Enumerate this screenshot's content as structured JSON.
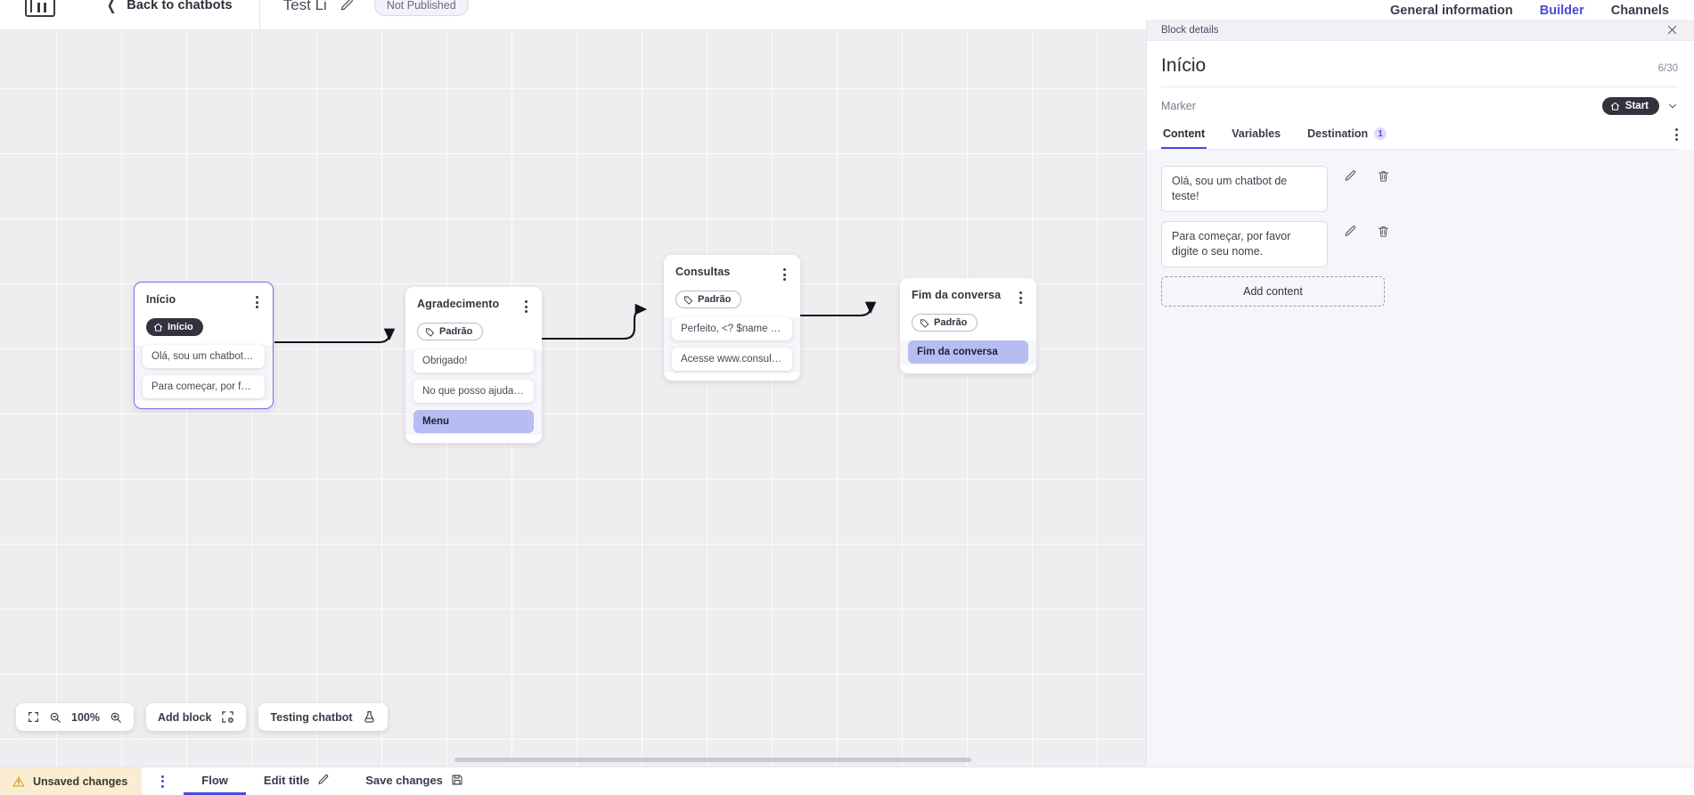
{
  "topbar": {
    "logo_icon": "app-logo-icon",
    "back_chevron_icon": "chevron-left-icon",
    "back_label": "Back to chatbots",
    "bot_title": "Test Li",
    "edit_title_icon": "pencil-icon",
    "publish_status": "Not Published",
    "tabs": [
      {
        "label": "General information",
        "active": false
      },
      {
        "label": "Builder",
        "active": true
      },
      {
        "label": "Channels",
        "active": false
      }
    ]
  },
  "canvas": {
    "blocks": [
      {
        "title": "Início",
        "marker": "Início",
        "marker_type": "start",
        "marker_icon": "home-icon",
        "selected": true,
        "messages": [
          {
            "text": "Olá, sou um chatbot de teste!",
            "style": "normal"
          },
          {
            "text": "Para começar, por favor digite o ...",
            "style": "normal"
          }
        ]
      },
      {
        "title": "Agradecimento",
        "marker": "Padrão",
        "marker_type": "default",
        "marker_icon": "tag-icon",
        "selected": false,
        "messages": [
          {
            "text": "Obrigado!",
            "style": "normal"
          },
          {
            "text": "No que posso ajudar, <? $name ...",
            "style": "normal"
          },
          {
            "text": "Menu",
            "style": "menu"
          }
        ]
      },
      {
        "title": "Consultas",
        "marker": "Padrão",
        "marker_type": "default",
        "marker_icon": "tag-icon",
        "selected": false,
        "messages": [
          {
            "text": "Perfeito, <? $name ?>!",
            "style": "normal"
          },
          {
            "text": "Acesse www.consultas.com par...",
            "style": "normal"
          }
        ]
      },
      {
        "title": "Fim da conversa",
        "marker": "Padrão",
        "marker_type": "default",
        "marker_icon": "tag-icon",
        "selected": false,
        "messages": [
          {
            "text": "Fim da conversa",
            "style": "menu"
          }
        ]
      }
    ],
    "toolbar": {
      "fit_icon": "fit-to-screen-icon",
      "zoom_out_icon": "zoom-out-icon",
      "zoom_level": "100%",
      "zoom_in_icon": "zoom-in-icon",
      "add_block_label": "Add block",
      "add_block_icon": "add-block-icon",
      "testing_label": "Testing chatbot",
      "testing_icon": "flask-icon"
    }
  },
  "panel": {
    "header_label": "Block details",
    "close_icon": "close-icon",
    "title": "Início",
    "char_count": "6/30",
    "marker_label": "Marker",
    "marker_value": "Start",
    "marker_icon": "home-icon",
    "marker_caret_icon": "chevron-down-icon",
    "tabs": [
      {
        "label": "Content",
        "active": true,
        "badge": ""
      },
      {
        "label": "Variables",
        "active": false,
        "badge": ""
      },
      {
        "label": "Destination",
        "active": false,
        "badge": "1"
      }
    ],
    "tab_overflow_icon": "kebab-menu-icon",
    "contents": [
      {
        "text": "Olá, sou um chatbot de teste!",
        "edit_icon": "pencil-icon",
        "delete_icon": "trash-icon"
      },
      {
        "text": "Para começar, por favor digite o seu nome.",
        "edit_icon": "pencil-icon",
        "delete_icon": "trash-icon"
      }
    ],
    "add_content_label": "Add content",
    "cursor_icon": "pointer-hand-cursor"
  },
  "statusbar": {
    "warning_icon": "warning-triangle-icon",
    "unsaved_label": "Unsaved changes",
    "kebab_icon": "kebab-menu-icon",
    "items": [
      {
        "label": "Flow",
        "active": true,
        "icon": ""
      },
      {
        "label": "Edit title",
        "active": false,
        "icon": "pencil-icon"
      },
      {
        "label": "Save changes",
        "active": false,
        "icon": "save-icon"
      }
    ]
  },
  "colors": {
    "accent": "#4b4bd8",
    "selected_block_border": "#7a6ef0",
    "menu_pill": "#b6bdf2",
    "chip_dark": "#33333f",
    "unsaved_bg": "#fbedd4"
  }
}
